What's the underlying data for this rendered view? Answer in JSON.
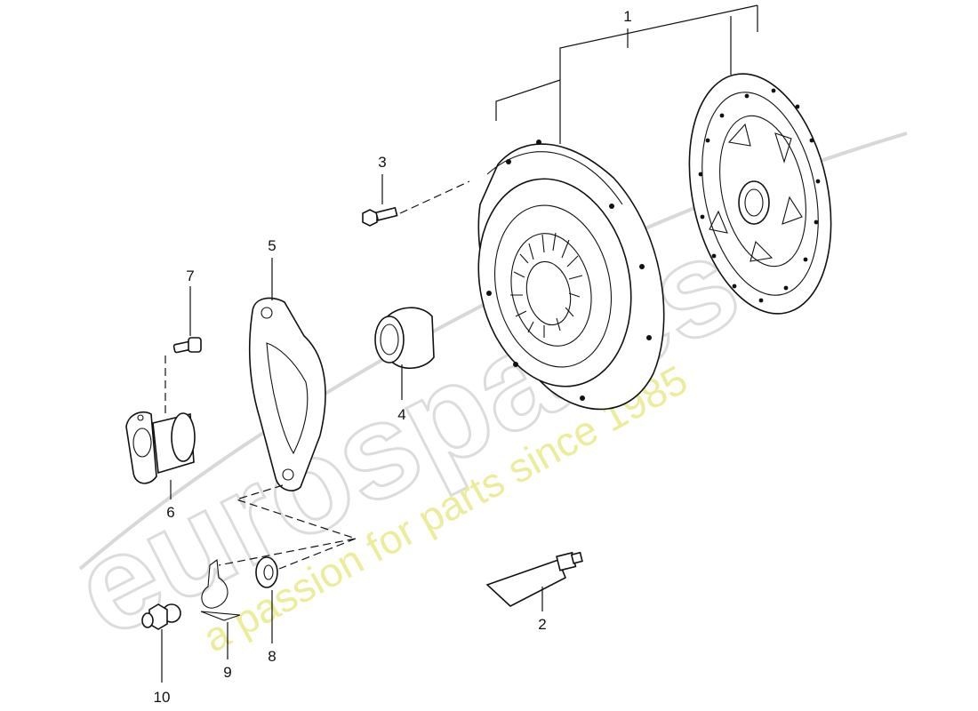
{
  "callouts": [
    {
      "id": "1",
      "label": "1"
    },
    {
      "id": "2",
      "label": "2"
    },
    {
      "id": "3",
      "label": "3"
    },
    {
      "id": "4",
      "label": "4"
    },
    {
      "id": "5",
      "label": "5"
    },
    {
      "id": "6",
      "label": "6"
    },
    {
      "id": "7",
      "label": "7"
    },
    {
      "id": "8",
      "label": "8"
    },
    {
      "id": "9",
      "label": "9"
    },
    {
      "id": "10",
      "label": "10"
    }
  ],
  "watermark": {
    "brand": "eurospares",
    "tagline": "a passion for parts since 1985",
    "colors": {
      "brand_outline": "#dcdcdc",
      "tagline": "#ecec9a"
    }
  }
}
